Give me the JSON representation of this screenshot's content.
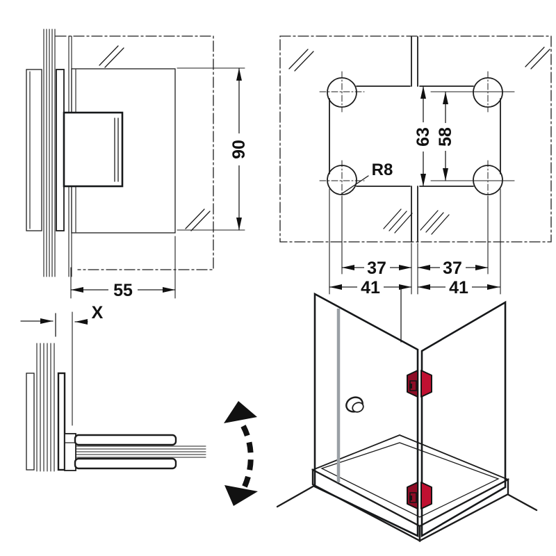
{
  "labels": {
    "front_height": "90",
    "front_width": "55",
    "plan_offset": "X",
    "cutout_height": "63",
    "hole_spacing": "58",
    "corner_radius": "R8",
    "hole_offset_left": "37",
    "hole_offset_right": "37",
    "cutout_width_left": "41",
    "cutout_width_right": "41"
  },
  "colors": {
    "line": "#1c1c1c",
    "glass_fill": "#ccd2d8",
    "glass_stripe": "#9aa0a5",
    "tray_floor": "#e6e9ec",
    "hinge_red": "#c01031",
    "hinge_red_dark": "#8e0c26",
    "background": "#ffffff"
  }
}
